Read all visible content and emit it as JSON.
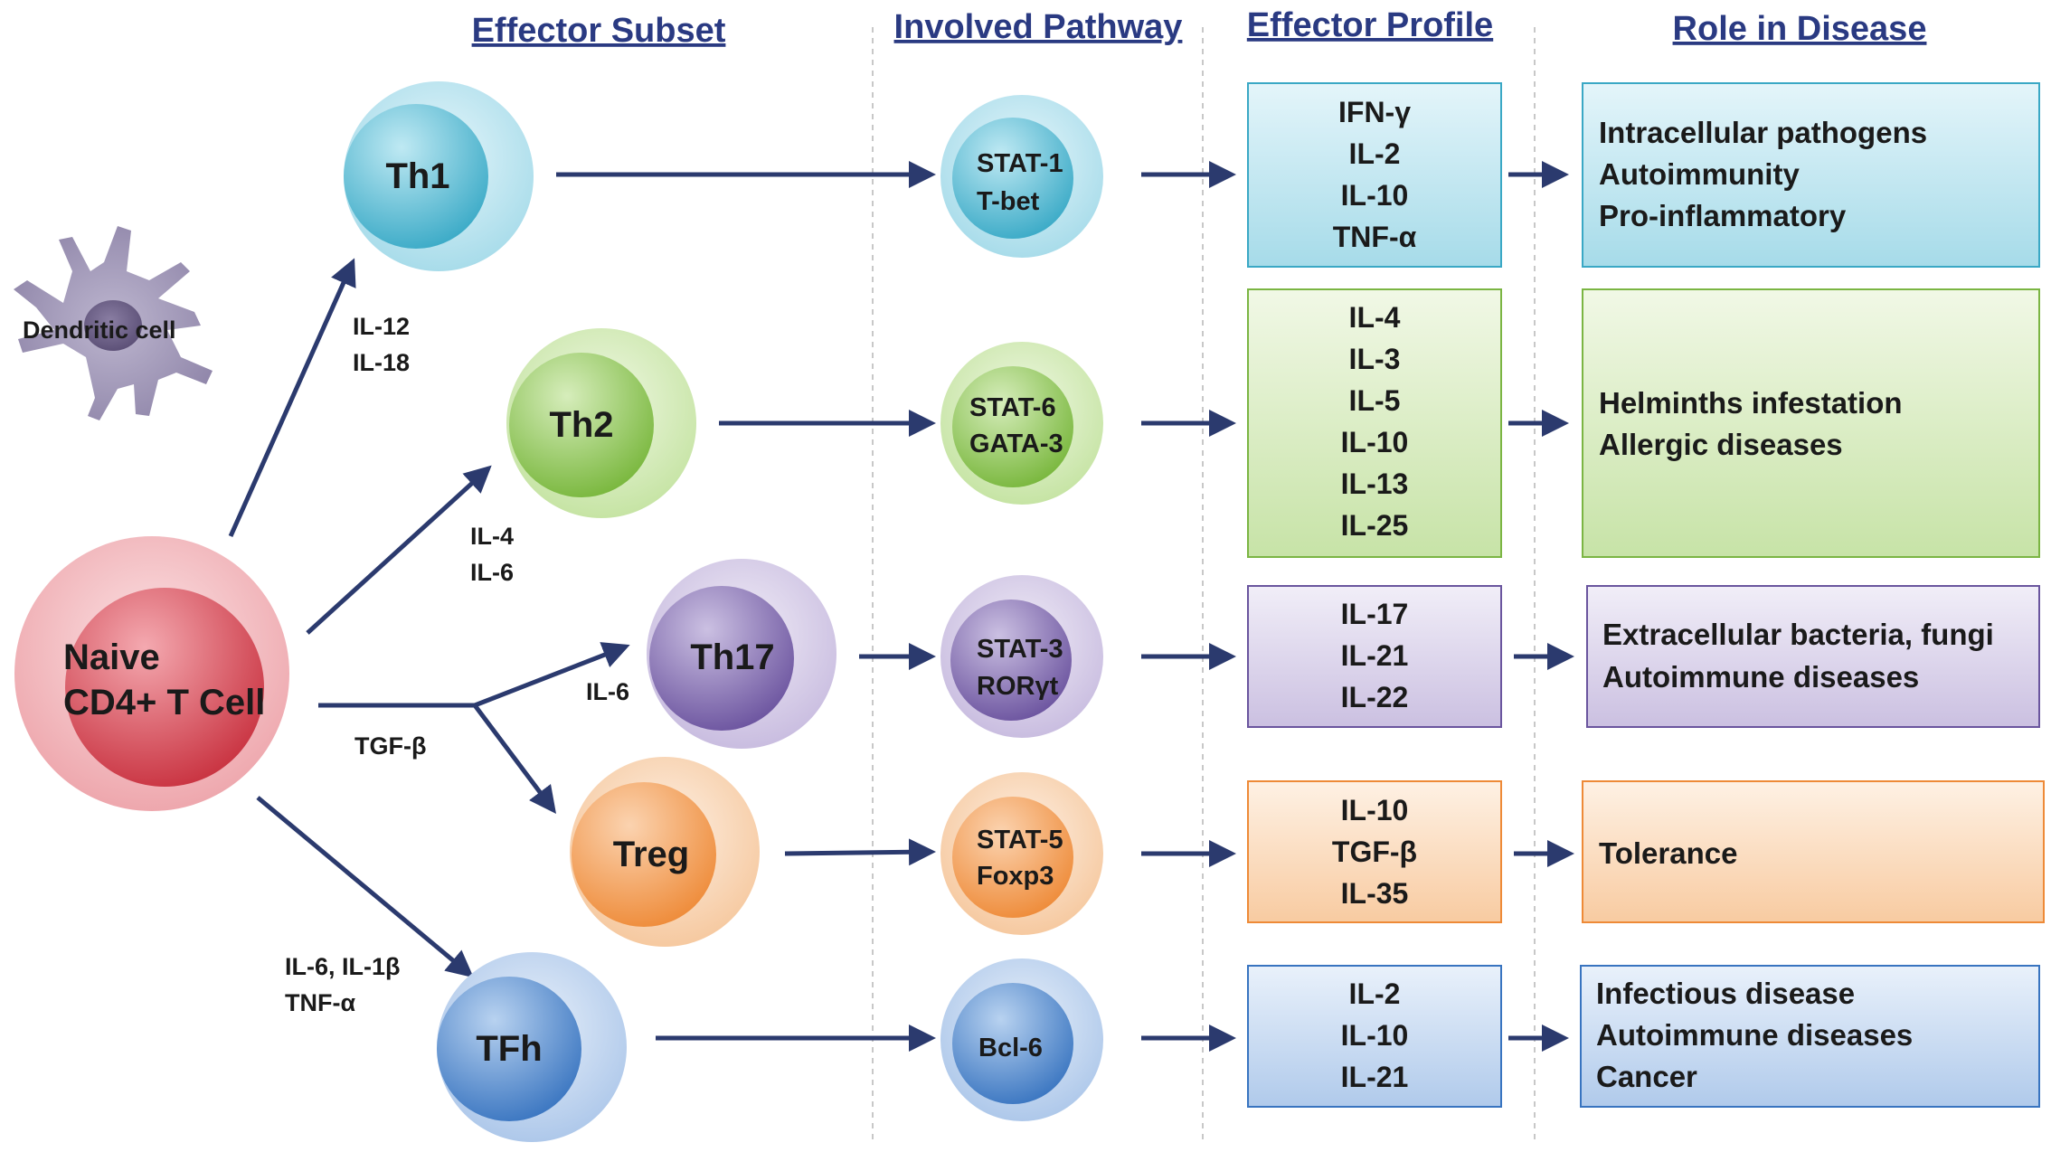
{
  "headers": {
    "effector_subset": "Effector Subset",
    "involved_pathway": "Involved Pathway",
    "effector_profile": "Effector Profile",
    "role_in_disease": "Role in Disease"
  },
  "source": {
    "dendritic_label": "Dendritic cell",
    "naive_line1": "Naive",
    "naive_line2": "CD4+ T Cell"
  },
  "arrow_labels": {
    "th1": [
      "IL-12",
      "IL-18"
    ],
    "th2": [
      "IL-4",
      "IL-6"
    ],
    "tgf": "TGF-β",
    "th17": "IL-6",
    "tfh": [
      "IL-6, IL-1β",
      "TNF-α"
    ]
  },
  "subsets": [
    {
      "name": "Th1",
      "pathway": [
        "STAT-1",
        "T-bet"
      ],
      "cytokines": [
        "IFN-γ",
        "IL-2",
        "IL-10",
        "TNF-α"
      ],
      "roles": [
        "Intracellular pathogens",
        "Autoimmunity",
        "Pro-inflammatory"
      ]
    },
    {
      "name": "Th2",
      "pathway": [
        "STAT-6",
        "GATA-3"
      ],
      "cytokines": [
        "IL-4",
        "IL-3",
        "IL-5",
        "IL-10",
        "IL-13",
        "IL-25"
      ],
      "roles": [
        "Helminths infestation",
        "Allergic diseases"
      ]
    },
    {
      "name": "Th17",
      "pathway": [
        "STAT-3",
        "RORγt"
      ],
      "cytokines": [
        "IL-17",
        "IL-21",
        "IL-22"
      ],
      "roles": [
        "Extracellular bacteria, fungi",
        "Autoimmune diseases"
      ]
    },
    {
      "name": "Treg",
      "pathway": [
        "STAT-5",
        "Foxp3"
      ],
      "cytokines": [
        "IL-10",
        "TGF-β",
        "IL-35"
      ],
      "roles": [
        "Tolerance"
      ]
    },
    {
      "name": "TFh",
      "pathway": [
        "Bcl-6"
      ],
      "cytokines": [
        "IL-2",
        "IL-10",
        "IL-21"
      ],
      "roles": [
        "Infectious disease",
        "Autoimmune diseases",
        "Cancer"
      ]
    }
  ],
  "colors": {
    "arrow": "#2b3a6e",
    "header": "#2a3a82",
    "th1": "#4fbcd6",
    "th2": "#8cc64f",
    "th17": "#7e67b0",
    "treg": "#f29a4c",
    "tfh": "#4a86cf",
    "naive": "#d9414f",
    "dendritic": "#8e84a8"
  }
}
